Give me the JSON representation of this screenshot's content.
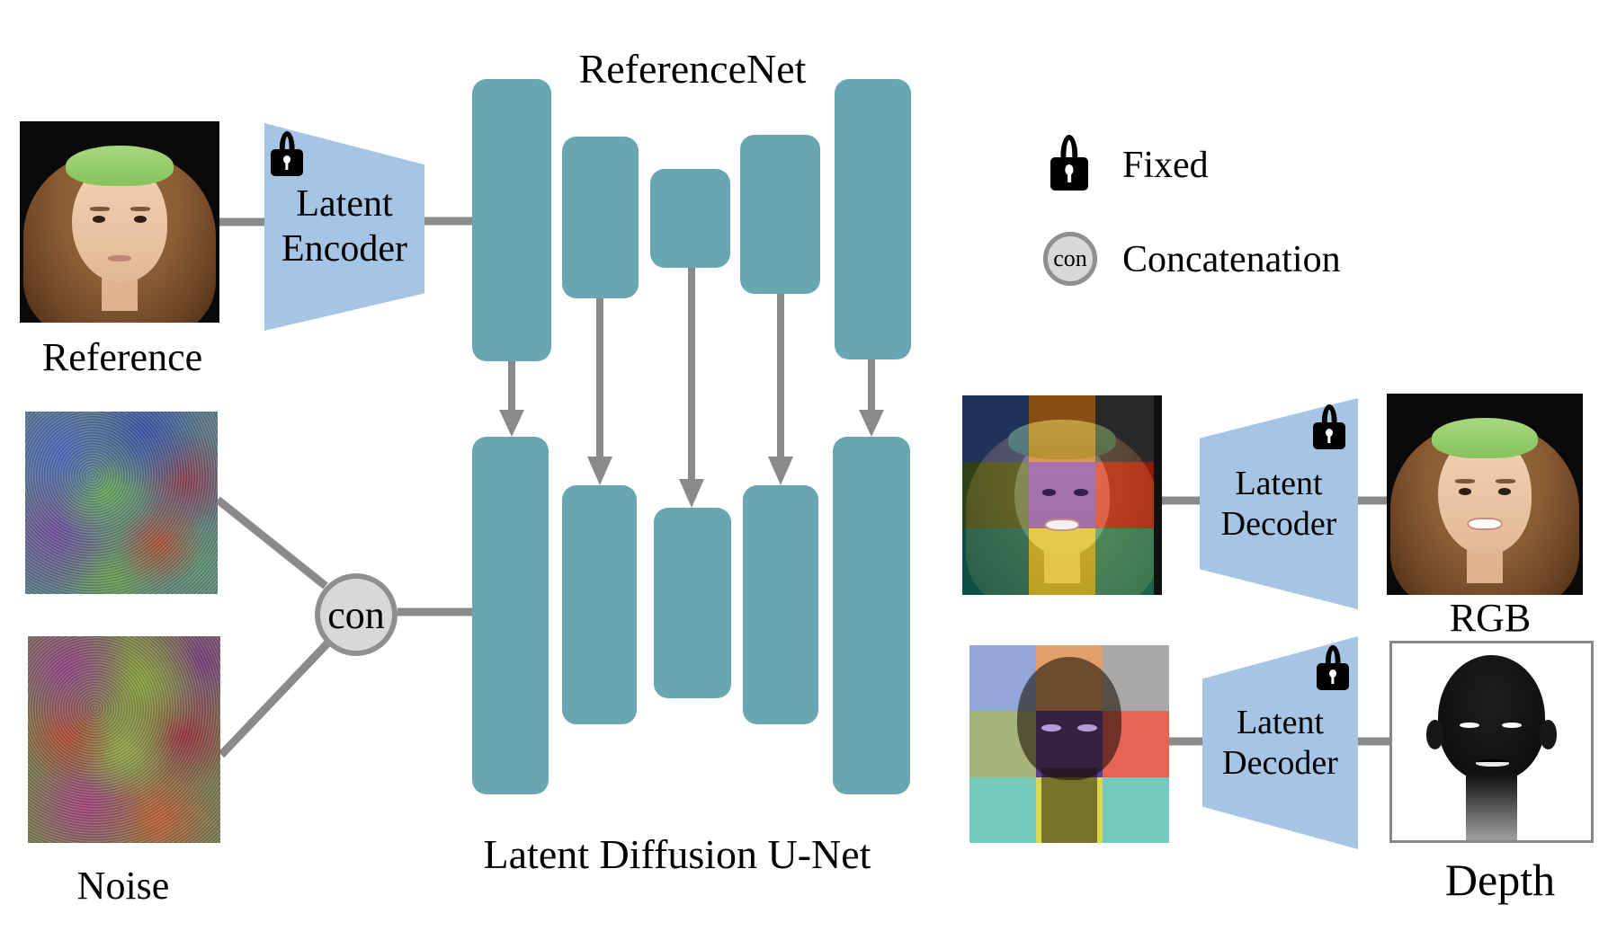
{
  "diagram": {
    "titles": {
      "referencenet": "ReferenceNet",
      "ldunet": "Latent Diffusion U-Net"
    },
    "labels": {
      "reference": "Reference",
      "noise": "Noise",
      "rgb": "RGB",
      "depth": "Depth"
    },
    "nodes": {
      "latent_encoder": {
        "line1": "Latent",
        "line2": "Encoder"
      },
      "rgb_decoder": {
        "line1": "Latent",
        "line2": "Decoder"
      },
      "depth_decoder": {
        "line1": "Latent",
        "line2": "Decoder"
      },
      "concat_node": "con"
    },
    "legend": {
      "fixed": "Fixed",
      "con": "con",
      "concatenation": "Concatenation"
    },
    "colors": {
      "unet_block": "#68a7b2",
      "encoder_decoder_fill": "#a6c4e4",
      "connector_gray": "#8a8a8a",
      "concat_fill": "#d8d8d8",
      "concat_border": "#8f8f8f",
      "headband_green": "#8fc968",
      "seg1_tiles": [
        "#2e4a8c",
        "#d4761a",
        "#3c3c3c",
        "#44631f",
        "#7a3fb0",
        "#d42a15",
        "#0e7a68",
        "#e8d41f",
        "#2a9e70"
      ],
      "seg2_tiles": [
        "#92a7d8",
        "#e0a06a",
        "#a9a9a9",
        "#a6b37b",
        "#5b3f94",
        "#e56456",
        "#72cbbd",
        "#d9d750",
        "#72cbbd"
      ]
    }
  }
}
